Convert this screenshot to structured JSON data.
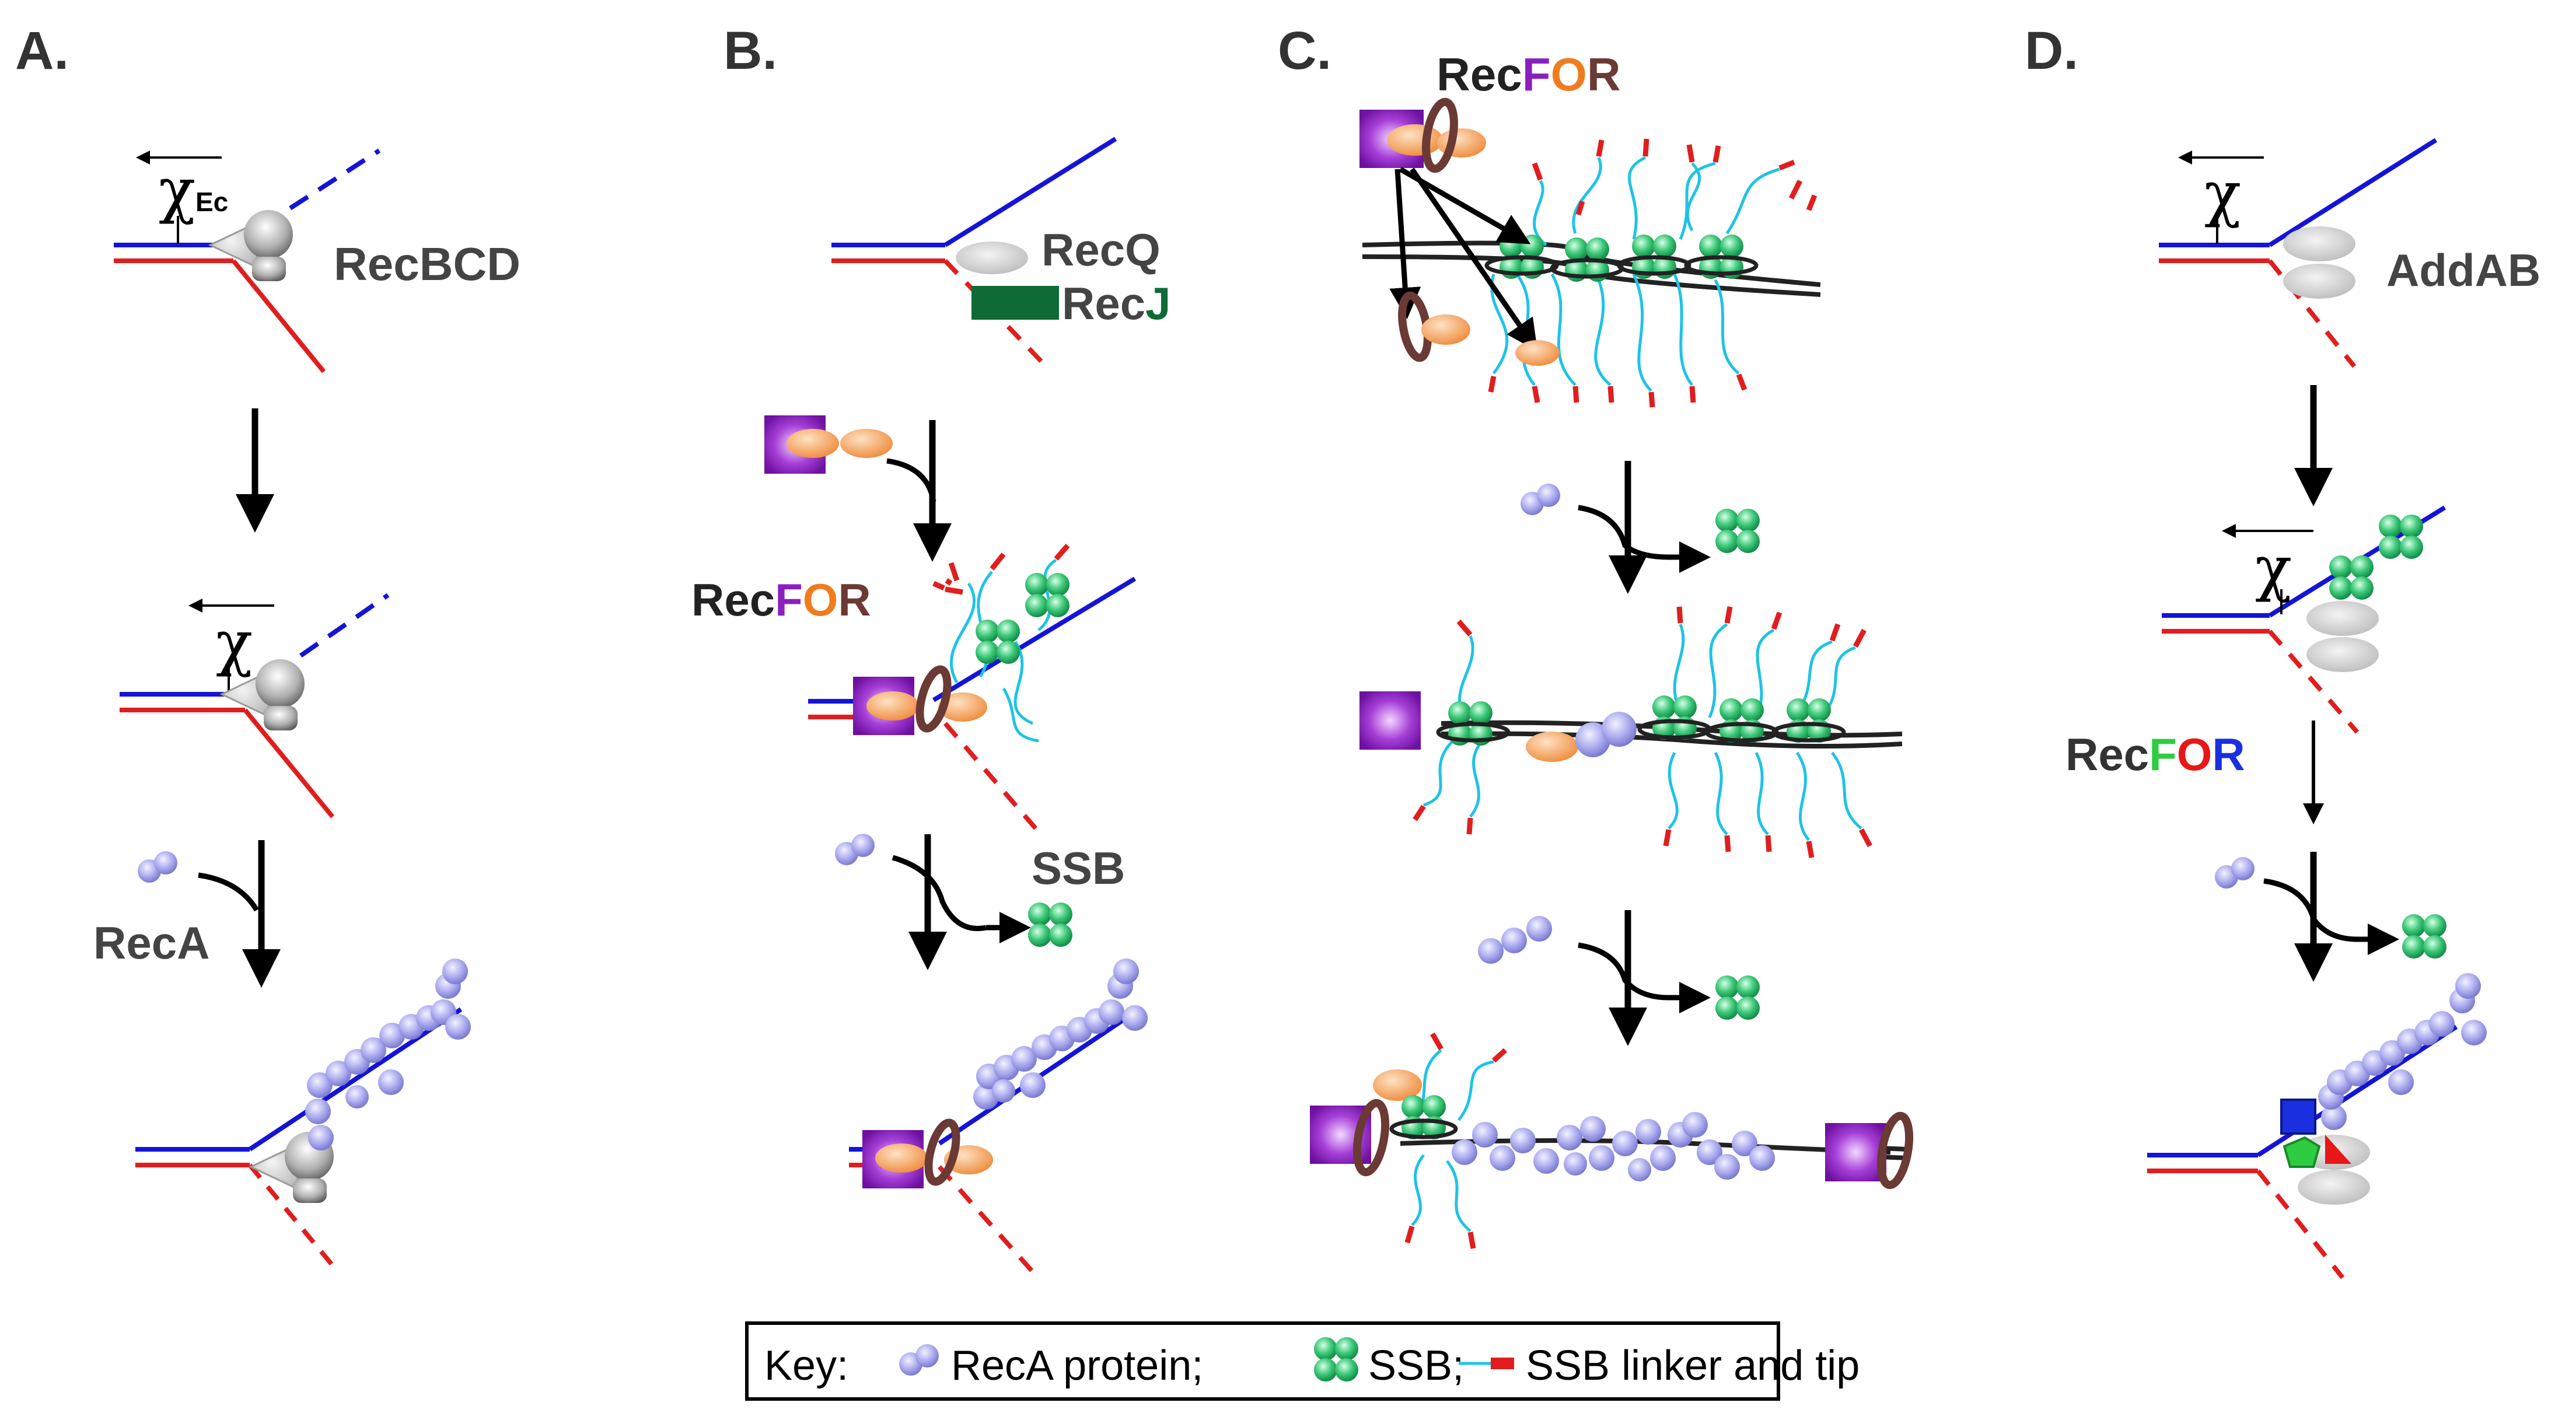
{
  "panels": {
    "a": {
      "label": "A.",
      "chi_top": "χ",
      "chi_subscript": "Ec",
      "chi_mid": "χ",
      "recbcd": "RecBCD",
      "reca": "RecA"
    },
    "b": {
      "label": "B.",
      "recq": "RecQ",
      "recj_prefix": "Rec",
      "recj_suffix": "J",
      "recfor": [
        "Rec",
        "F",
        "O",
        "R"
      ],
      "ssb": "SSB"
    },
    "c": {
      "label": "C.",
      "recfor": [
        "Rec",
        "F",
        "O",
        "R"
      ]
    },
    "d": {
      "label": "D.",
      "chi_top": "χ",
      "chi_mid": "χ",
      "addab": "AddAB",
      "recfor": [
        "Rec",
        "F",
        "O",
        "R"
      ]
    }
  },
  "key": {
    "prefix": "Key:",
    "reca": "RecA protein;",
    "ssb": "SSB;",
    "linker": "SSB linker and tip"
  },
  "colors": {
    "dna_blue": "#1414d8",
    "dna_red": "#e01e1e",
    "recf_purple": "#8a1fc0",
    "reco_orange": "#f07c20",
    "recr_brown": "#6b3a34",
    "recj_green": "#0e6b36",
    "ssb_green": "#2dbb6a",
    "linker_cyan": "#1ec3e6",
    "reca_lavender": "#a8a8f0",
    "addab_grey": "#c8c8c8",
    "d_recf_green": "#2ecc40",
    "d_reco_red": "#e81818",
    "d_recr_blue": "#1a30e0"
  }
}
